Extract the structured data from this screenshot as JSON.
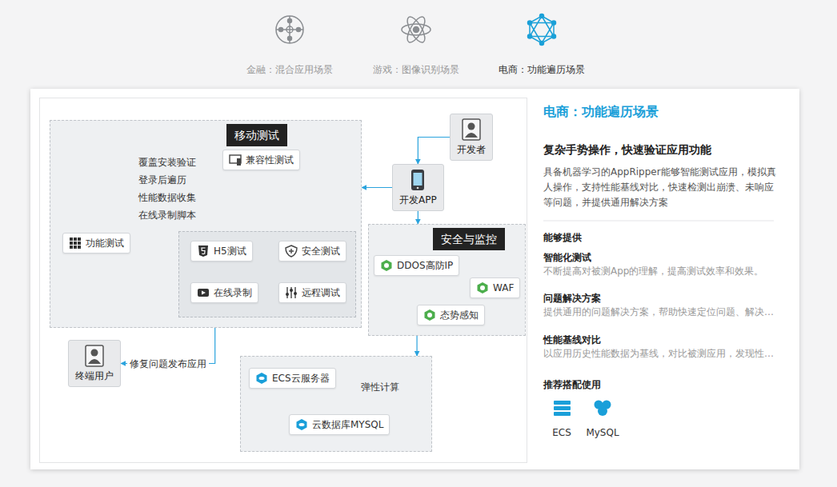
{
  "diagram": {
    "nodes": [
      {
        "text": [
          "开发者"
        ]
      },
      {
        "text": [
          "开发APP"
        ]
      },
      {
        "text": [
          "移动测试",
          "覆盖安装验证",
          "登录后遍历",
          "性能数据收集",
          "在线录制脚本"
        ]
      },
      {
        "text": [
          "兼容性测试"
        ],
        "in": 2
      },
      {
        "text": [
          "功能测试"
        ],
        "in": 2
      },
      {
        "text": [
          "安全测试"
        ],
        "in": 2
      },
      {
        "text": [
          "H5测试"
        ],
        "in": 2
      },
      {
        "text": [
          "远程调试"
        ],
        "in": 2
      },
      {
        "text": [
          "在线录制"
        ],
        "in": 2
      },
      {
        "text": [
          "安全与监控"
        ]
      },
      {
        "text": [
          "DDOS高防IP"
        ],
        "in": 9
      },
      {
        "text": [
          "WAF"
        ],
        "in": 9
      },
      {
        "text": [
          "态势感知"
        ],
        "in": 9
      },
      {
        "text": [
          "终端用户"
        ]
      },
      {
        "text": [
          "弹性计算"
        ]
      },
      {
        "text": [
          "ECS云服务器"
        ],
        "in": 14
      },
      {
        "text": [
          "云数据库MYSQL"
        ],
        "in": 14
      }
    ],
    "edges": [
      {
        "from": 0,
        "to": 1,
        "arrow": "to"
      },
      {
        "from": 1,
        "to": 2,
        "arrow": "to"
      },
      {
        "from": 1,
        "to": 9,
        "arrow": "to"
      },
      {
        "from": 9,
        "to": 14,
        "arrow": "to"
      },
      {
        "from": 2,
        "to": 13,
        "label": "修复问题发布应用",
        "arrow": "to"
      }
    ],
    "labels": [
      "金融：混合应用场景",
      "游戏：图像识别场景",
      "电商：功能遍历场景",
      "电商：功能遍历场景",
      "复杂手势操作，快速验证应用功能",
      "具备机器学习的AppRipper能够智能测试应用，模拟真人操作，支持性能基线对比，快速检测出崩溃、未响应等问题，并提供通用解决方案",
      "能够提供",
      "智能化测试",
      "不断提高对被测App的理解，提高测试效率和效果。",
      "问题解决方案",
      "提供通用的问题解决方案，帮助快速定位问题、解决…",
      "性能基线对比",
      "以应用历史性能数据为基线，对比被测应用，发现性…",
      "推荐搭配使用",
      "ECS",
      "MySQL"
    ]
  }
}
